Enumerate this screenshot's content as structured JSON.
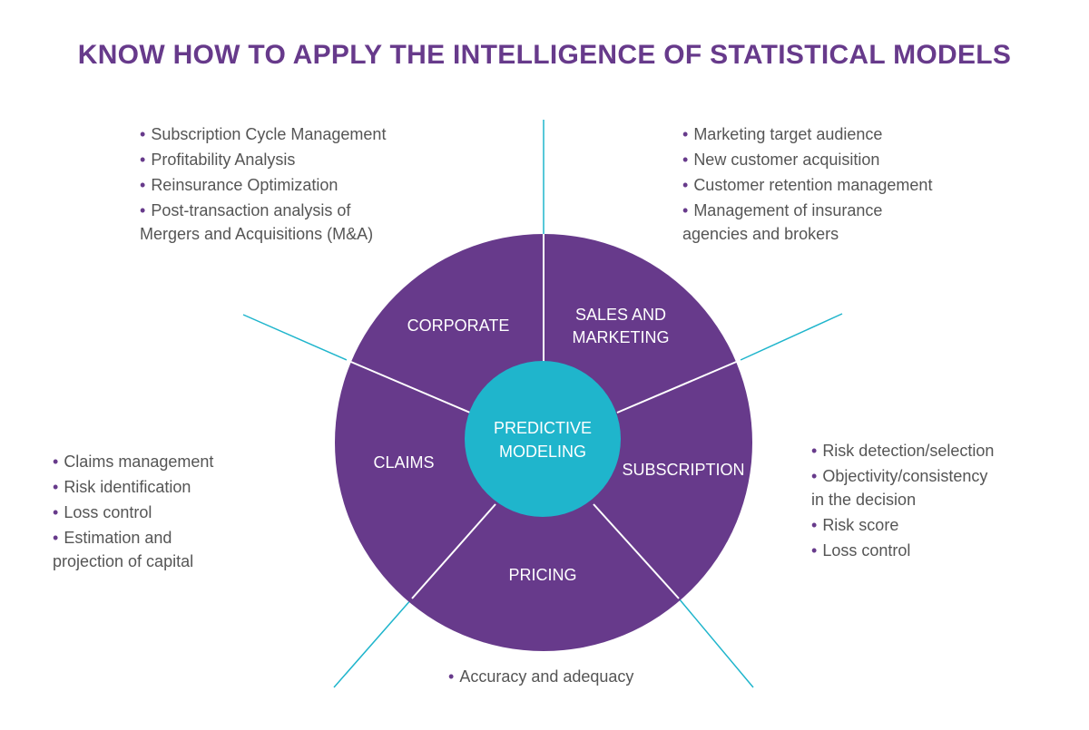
{
  "title": "KNOW HOW TO APPLY THE INTELLIGENCE OF STATISTICAL MODELS",
  "center": {
    "line1": "PREDICTIVE",
    "line2": "MODELING"
  },
  "colors": {
    "segment": "#673a8b",
    "center": "#1fb5cc",
    "spoke": "#1fb5cc",
    "title": "#673a8b",
    "bullet": "#673a8b",
    "text": "#555555"
  },
  "segments": {
    "corporate": {
      "line1": "CORPORATE"
    },
    "sales": {
      "line1": "SALES AND",
      "line2": "MARKETING"
    },
    "subscription": {
      "line1": "SUBSCRIPTION"
    },
    "pricing": {
      "line1": "PRICING"
    },
    "claims": {
      "line1": "CLAIMS"
    }
  },
  "lists": {
    "corporate": [
      "Subscription Cycle Management",
      "Profitability Analysis",
      "Reinsurance Optimization",
      "Post-transaction analysis of\nMergers and Acquisitions (M&A)"
    ],
    "sales": [
      "Marketing target audience",
      "New customer acquisition",
      "Customer retention management",
      "Management of insurance\nagencies and brokers"
    ],
    "subscription": [
      "Risk detection/selection",
      "Objectivity/consistency\nin the decision",
      "Risk score",
      "Loss control"
    ],
    "claims": [
      "Claims management",
      "Risk identification",
      "Loss control",
      "Estimation and\nprojection of capital"
    ],
    "pricing": [
      "Accuracy and adequacy"
    ]
  }
}
